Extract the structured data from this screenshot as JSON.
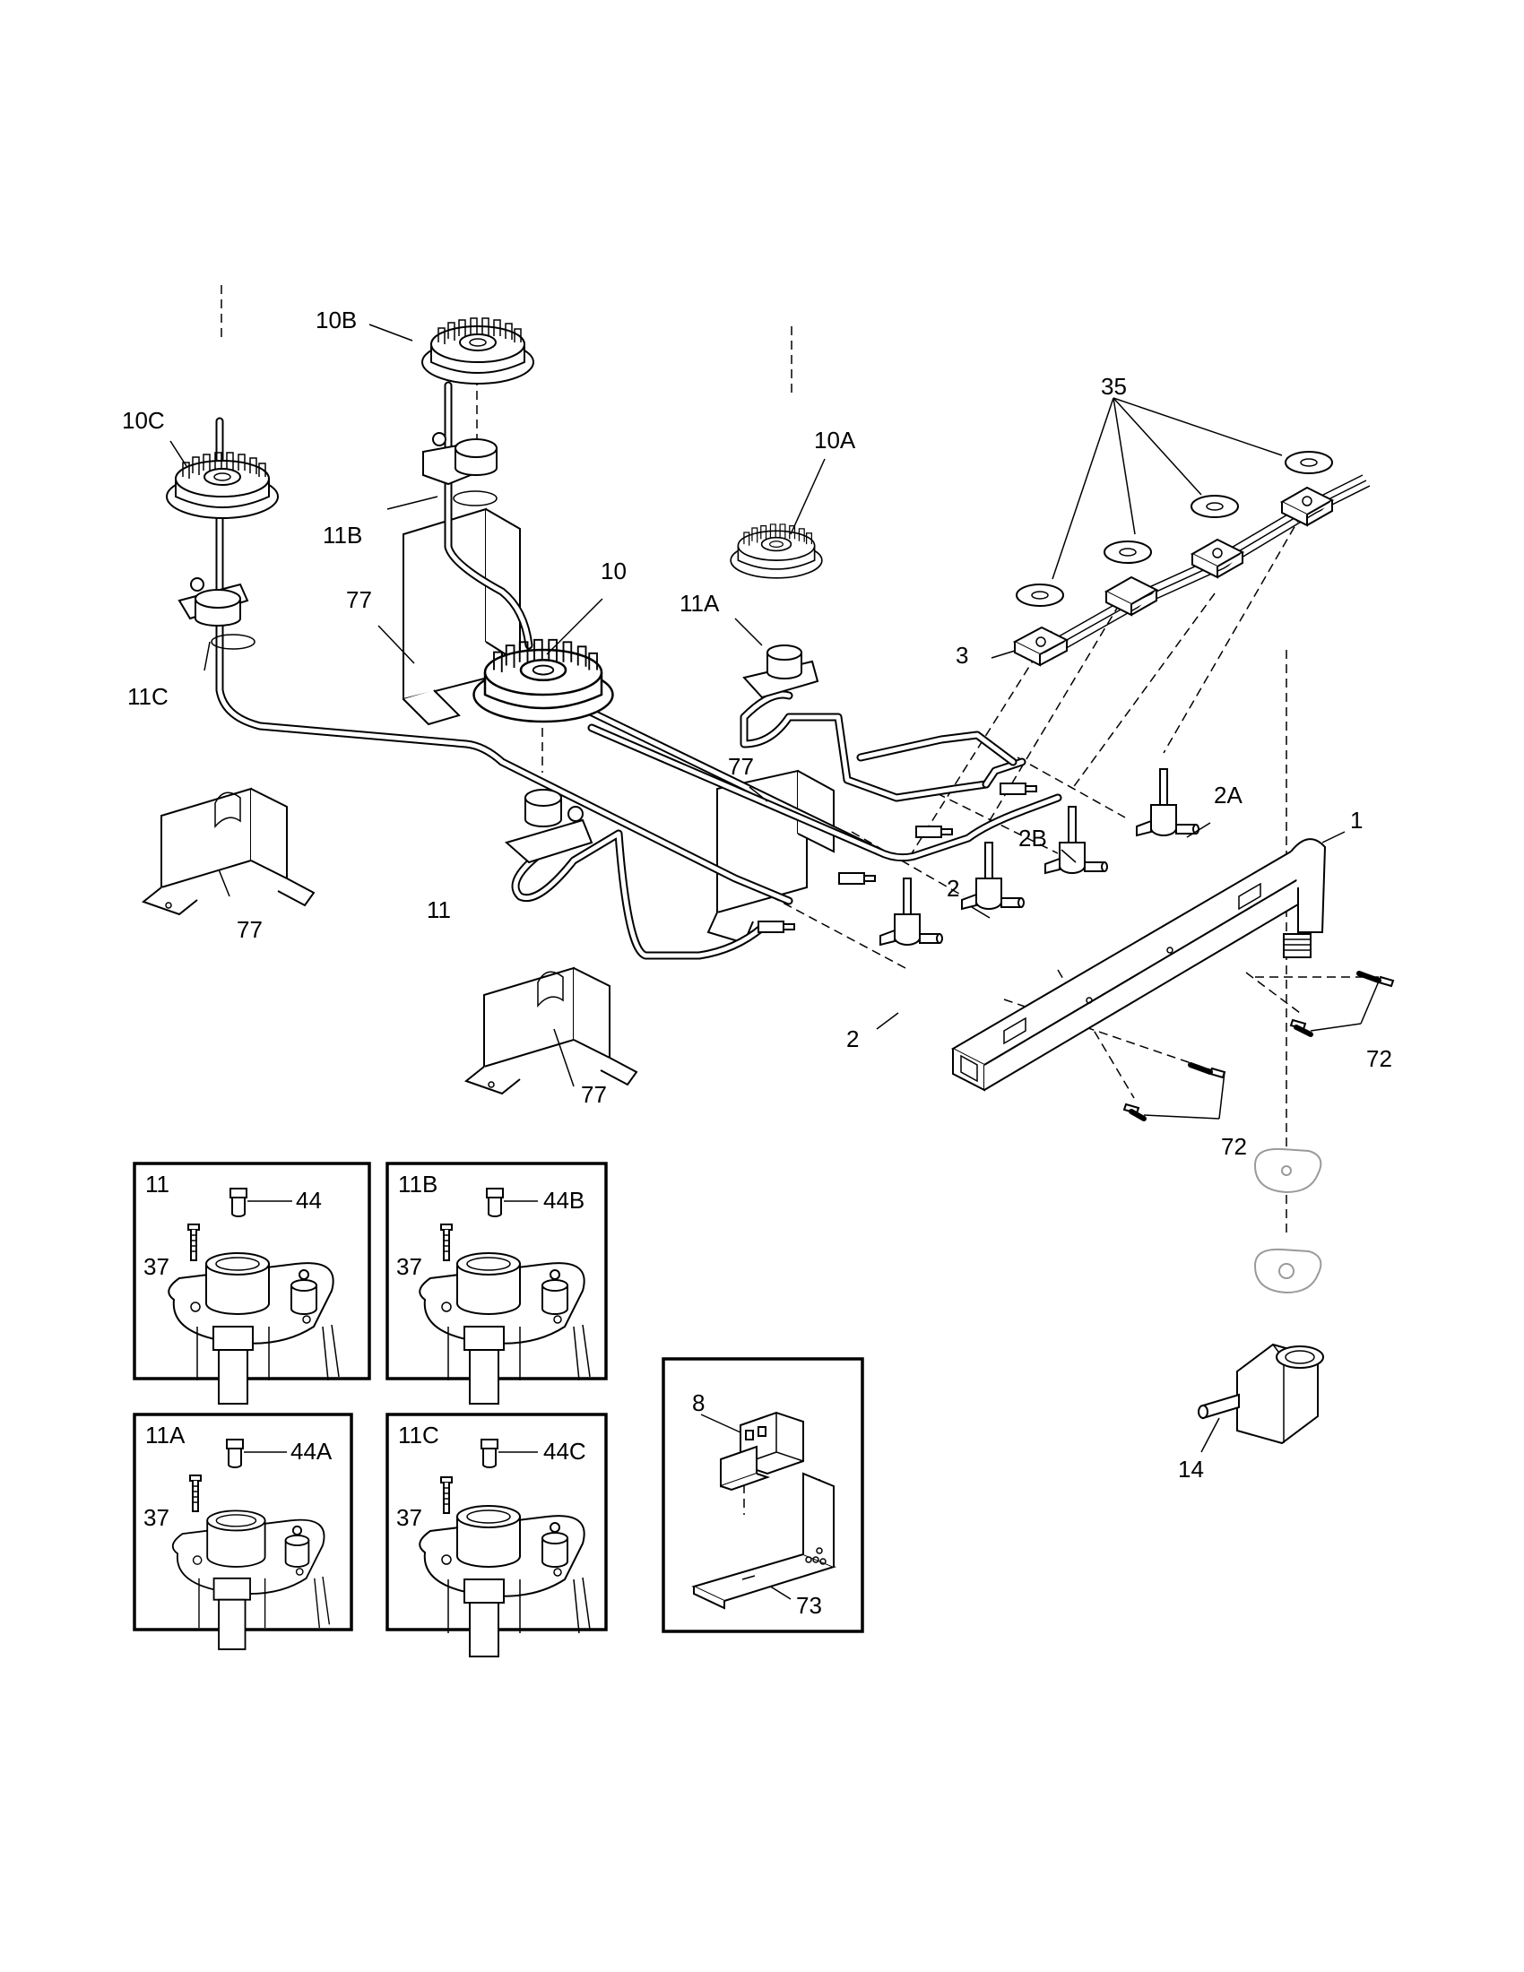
{
  "labels": {
    "l1": "1",
    "l2a": "2",
    "l2b": "2",
    "l2B": "2B",
    "l2A": "2A",
    "l3": "3",
    "l8": "8",
    "l10": "10",
    "l10A": "10A",
    "l10B": "10B",
    "l10C": "10C",
    "l11": "11",
    "l11A": "11A",
    "l11B": "11B",
    "l11C": "11C",
    "l14": "14",
    "l35": "35",
    "l72a": "72",
    "l72b": "72",
    "l73": "73",
    "l77a": "77",
    "l77b": "77",
    "l77c": "77",
    "l77d": "77"
  },
  "insets": {
    "i11": {
      "title": "11",
      "orifice": "44",
      "screw": "37"
    },
    "i11B": {
      "title": "11B",
      "orifice": "44B",
      "screw": "37"
    },
    "i11A": {
      "title": "11A",
      "orifice": "44A",
      "screw": "37"
    },
    "i11C": {
      "title": "11C",
      "orifice": "44C",
      "screw": "37"
    }
  }
}
